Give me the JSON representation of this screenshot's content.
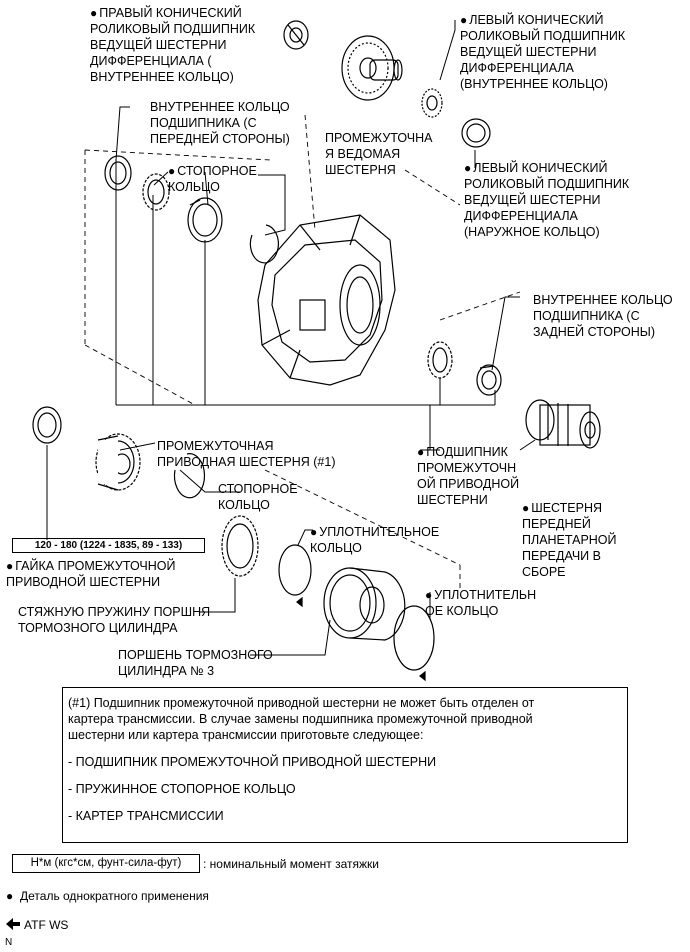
{
  "labels": {
    "right_tapered_inner": "ПРАВЫЙ КОНИЧЕСКИЙ\nРОЛИКОВЫЙ ПОДШИПНИК\nВЕДУЩЕЙ ШЕСТЕРНИ\nДИФФЕРЕНЦИАЛА (\nВНУТРЕННЕЕ КОЛЬЦО)",
    "left_tapered_inner": "ЛЕВЫЙ КОНИЧЕСКИЙ\nРОЛИКОВЫЙ ПОДШИПНИК\nВЕДУЩЕЙ ШЕСТЕРНИ\nДИФФЕРЕНЦИАЛА\n(ВНУТРЕННЕЕ КОЛЬЦО)",
    "bearing_inner_front": "ВНУТРЕННЕЕ КОЛЬЦО\nПОДШИПНИКА (С\nПЕРЕДНЕЙ СТОРОНЫ)",
    "counter_driven_gear": "ПРОМЕЖУТОЧНА\nЯ ВЕДОМАЯ\nШЕСТЕРНЯ",
    "snap_ring_1": "СТОПОРНОЕ\nКОЛЬЦО",
    "left_tapered_outer": "ЛЕВЫЙ КОНИЧЕСКИЙ\nРОЛИКОВЫЙ ПОДШИПНИК\nВЕДУЩЕЙ ШЕСТЕРНИ\nДИФФЕРЕНЦИАЛА\n(НАРУЖНОЕ КОЛЬЦО)",
    "bearing_inner_rear": "ВНУТРЕННЕЕ КОЛЬЦО\nПОДШИПНИКА (С\nЗАДНЕЙ СТОРОНЫ)",
    "counter_drive_gear": "ПРОМЕЖУТОЧНАЯ\nПРИВОДНАЯ ШЕСТЕРНЯ (#1)",
    "counter_drive_bearing": "ПОДШИПНИК\nПРОМЕЖУТОЧН\nОЙ ПРИВОДНОЙ\nШЕСТЕРНИ",
    "snap_ring_2": "СТОПОРНОЕ\nКОЛЬЦО",
    "front_planetary": "ШЕСТЕРНЯ\nПЕРЕДНЕЙ\nПЛАНЕТАРНОЙ\nПЕРЕДАЧИ В\nСБОРЕ",
    "o_ring_1": "УПЛОТНИТЕЛЬНОЕ\nКОЛЬЦО",
    "counter_drive_nut": "ГАЙКА ПРОМЕЖУТОЧНОЙ\nПРИВОДНОЙ ШЕСТЕРНИ",
    "o_ring_2": "УПЛОТНИТЕЛЬН\nОЕ КОЛЬЦО",
    "return_spring": "СТЯЖНУЮ ПРУЖИНУ ПОРШНЯ\nТОРМОЗНОГО ЦИЛИНДРА",
    "brake_piston": "ПОРШЕНЬ ТОРМОЗНОГО\nЦИЛИНДРА № 3"
  },
  "torque": "120 - 180 (1224 - 1835, 89 - 133)",
  "note": {
    "line1": "(#1) Подшипник промежуточной приводной шестерни не может быть отделен от",
    "line2": "картера трансмиссии. В случае замены подшипника промежуточной приводной",
    "line3": "шестерни или картера трансмиссии приготовьте следующее:",
    "item1": "- ПОДШИПНИК ПРОМЕЖУТОЧНОЙ ПРИВОДНОЙ ШЕСТЕРНИ",
    "item2": "- ПРУЖИННОЕ СТОПОРНОЕ КОЛЬЦО",
    "item3": "- КАРТЕР ТРАНСМИССИИ"
  },
  "legend": {
    "torque_unit": "Н*м (кгс*см, фунт-сила-фут)",
    "torque_desc": ": номинальный момент затяжки",
    "non_reusable": "Деталь однократного применения",
    "atf": "ATF WS"
  },
  "corner_mark": "N"
}
